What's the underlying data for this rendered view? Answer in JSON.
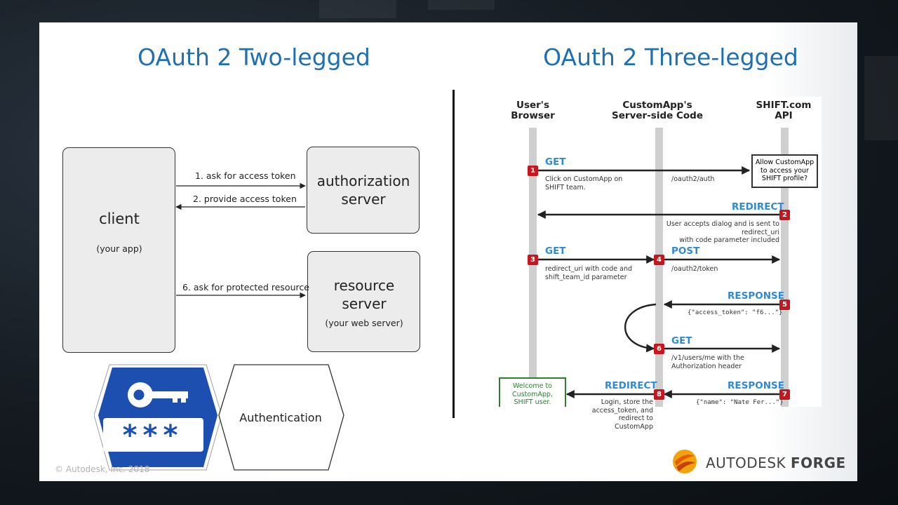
{
  "two_legged": {
    "title": "OAuth 2 Two-legged",
    "client_label": "client",
    "client_sub": "(your app)",
    "auth_server_line1": "authorization",
    "auth_server_line2": "server",
    "resource_server_line1": "resource",
    "resource_server_line2": "server",
    "resource_server_sub": "(your web server)",
    "arrow1": "1. ask for access token",
    "arrow2": "2. provide access token",
    "arrow6": "6. ask for protected resource",
    "auth_label": "Authentication"
  },
  "three_legged": {
    "title": "OAuth 2 Three-legged",
    "headers": {
      "browser": [
        "User's",
        "Browser"
      ],
      "server": [
        "CustomApp's",
        "Server-side Code"
      ],
      "api": [
        "SHIFT.com",
        "API"
      ]
    },
    "steps": {
      "s1_verb": "GET",
      "s1_note": [
        "Click on CustomApp on",
        "SHIFT team."
      ],
      "s1_path": "/oauth2/auth",
      "allow_box": [
        "Allow CustomApp",
        "to access your",
        "SHIFT profile?"
      ],
      "s2_verb": "REDIRECT",
      "s2_note": [
        "User accepts dialog and is sent to redirect_uri",
        "with code parameter included"
      ],
      "s3_verb": "GET",
      "s3_note": [
        "redirect_uri with code and",
        "shift_team_id parameter"
      ],
      "s4_verb": "POST",
      "s4_path": "/oauth2/token",
      "s5_verb": "RESPONSE",
      "s5_body": "{\"access_token\": \"f6...\"}",
      "s6_verb": "GET",
      "s6_note": [
        "/v1/users/me with the",
        "Authorization header"
      ],
      "s7_verb": "RESPONSE",
      "s7_body": "{\"name\": \"Nate Fer...\"}",
      "s8_verb": "REDIRECT",
      "s8_note": [
        "Login, store the",
        "access_token, and",
        "redirect to CustomApp"
      ],
      "welcome_box": [
        "Welcome to",
        "CustomApp,",
        "SHIFT user."
      ]
    },
    "badges": [
      "1",
      "2",
      "3",
      "4",
      "5",
      "6",
      "7",
      "8"
    ]
  },
  "footer": {
    "copyright": "© Autodesk, Inc. 2018",
    "brand_prefix": "AUTODESK",
    "brand_suffix": "FORGE"
  },
  "colors": {
    "title_blue": "#1f6fb4",
    "verb_blue": "#2f8ad6",
    "badge_red": "#c6161e",
    "key_blue": "#1d4fb0",
    "welcome_green": "#2e7d32"
  }
}
